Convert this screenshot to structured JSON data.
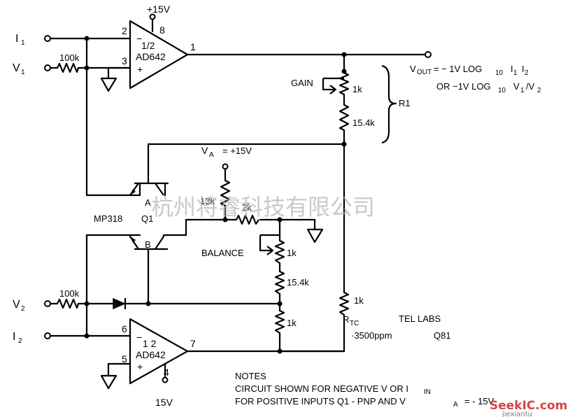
{
  "components": {
    "opamp1": {
      "name": "AD642",
      "unit": "1/2",
      "pin_in_neg": "2",
      "pin_in_pos": "3",
      "pin_out": "1",
      "pin_supply": "8",
      "supply": "+15V",
      "minus": "−",
      "plus": "+"
    },
    "opamp2": {
      "name": "AD642",
      "unit": "1 2",
      "pin_in_neg": "6",
      "pin_in_pos": "5",
      "pin_out": "7",
      "pin_supply": "4",
      "supply": "15V",
      "minus": "−",
      "plus": "+"
    },
    "transistor": {
      "name": "MP318",
      "ref": "Q1",
      "side_a": "A",
      "side_b": "B"
    },
    "r_in1": "100k",
    "r_in2": "100k",
    "r_13k": "13k",
    "r_2k": "2k",
    "r_gain": "1k",
    "r_15k4_top": "15.4k",
    "r_bal": "1k",
    "r_15k4_bot": "15.4k",
    "r_1k_bot": "1k",
    "r_tc": "1k",
    "r_tc_tempco": "·3500ppm",
    "r_tc_vendor": "TEL LABS",
    "r_tc_part": "Q81",
    "gain_label": "GAIN",
    "balance_label": "BALANCE",
    "r1_label": "R1",
    "va_label": "= +15V"
  },
  "inputs": {
    "i1": "I",
    "i1_sub": "1",
    "v1": "V",
    "v1_sub": "1",
    "v2": "V",
    "v2_sub": "2",
    "i2": "I",
    "i2_sub": "2"
  },
  "labels": {
    "va": "V",
    "va_sub": "A",
    "rtc": "R",
    "rtc_sub": "TC",
    "vout": "V",
    "vout_sub": "OUT",
    "vout_eq1": "= − 1V LOG",
    "vout_eq1_sub": "10",
    "vout_eq1_tail": "I",
    "vout_eq1_tail_sub1": "1",
    "vout_eq1_tail_mid": "I",
    "vout_eq1_tail_sub2": "2",
    "vout_eq2": "OR −1V LOG",
    "vout_eq2_sub": "10",
    "vout_eq2_tail": "V",
    "vout_eq2_tail_sub1": "1",
    "vout_eq2_tail_mid": "/V",
    "vout_eq2_tail_sub2": "2"
  },
  "notes": {
    "title": "NOTES",
    "line1": "CIRCUIT SHOWN FOR NEGATIVE V OR I",
    "line1_sub": "IN",
    "line2": "FOR POSITIVE INPUTS Q1 - PNP AND V",
    "line2_sub": "A",
    "line2_end": "= - 15V"
  },
  "watermark": {
    "text": "杭州将睿科技有限公司",
    "logo": "SeekIC.com",
    "logo_sub": "jiexiantu"
  },
  "colors": {
    "line": "#000000",
    "background": "#ffffff",
    "watermark": "#b8b8b8",
    "logo": "#d74545"
  }
}
